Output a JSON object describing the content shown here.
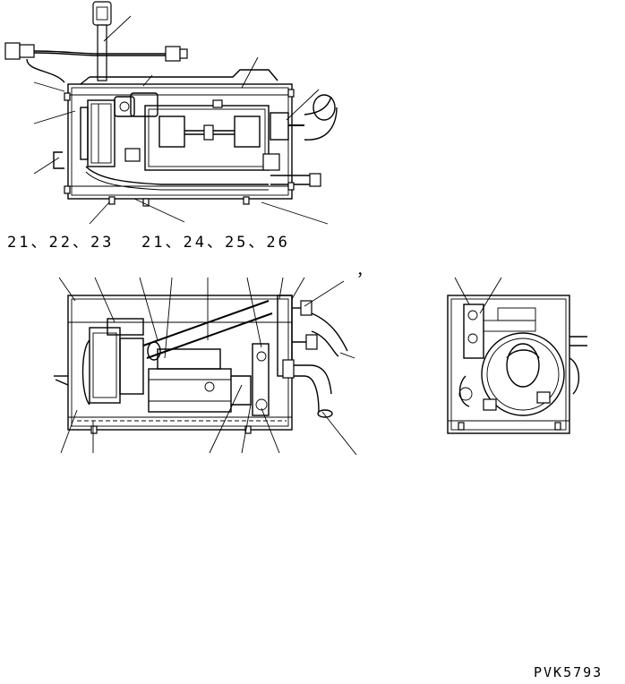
{
  "drawing": {
    "callouts": {
      "group_left": "21、22、23",
      "group_right": "21、24、25、26",
      "stray_mark": "，"
    },
    "drawing_number": "PVK5793"
  }
}
